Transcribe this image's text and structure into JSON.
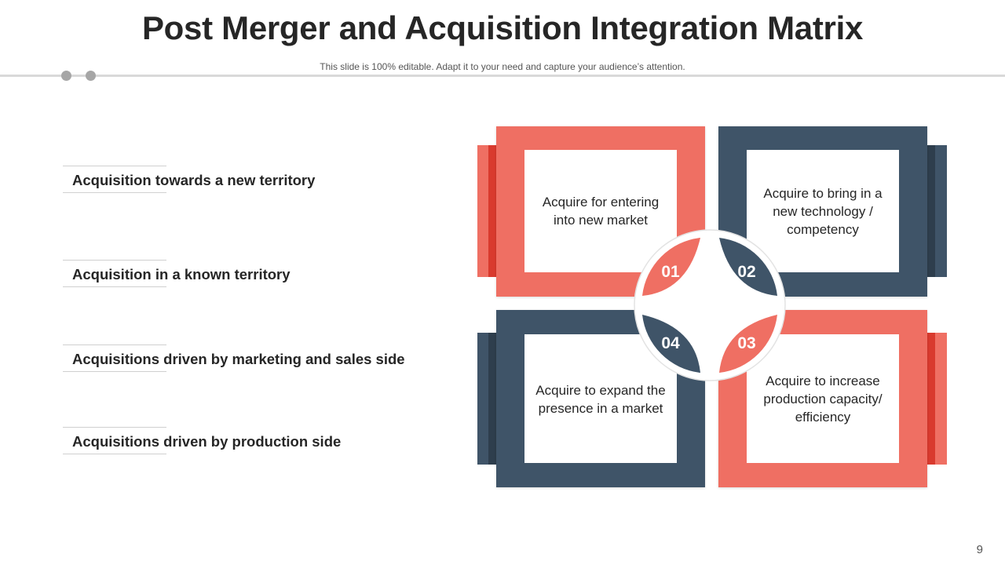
{
  "header": {
    "title": "Post Merger and Acquisition Integration Matrix",
    "subtitle": "This slide is 100% editable. Adapt it to your need and capture your audience’s attention."
  },
  "labels": [
    "Acquisition towards a new territory",
    "Acquisition in a known territory",
    "Acquisitions driven by marketing and sales side",
    "Acquisitions driven by production side"
  ],
  "quadrants": [
    {
      "number": "01",
      "text": "Acquire for entering into new market",
      "color": "#ef6f63"
    },
    {
      "number": "02",
      "text": "Acquire to bring in a new technology / competency",
      "color": "#3f5468"
    },
    {
      "number": "03",
      "text": "Acquire to increase production capacity/ efficiency",
      "color": "#ef6f63"
    },
    {
      "number": "04",
      "text": "Acquire to expand the presence in a market",
      "color": "#3f5468"
    }
  ],
  "colors": {
    "coral": "#ef6f63",
    "coral_dark": "#d93a2e",
    "navy": "#3f5468",
    "navy_dark": "#2e3e4d"
  },
  "page_number": "9"
}
